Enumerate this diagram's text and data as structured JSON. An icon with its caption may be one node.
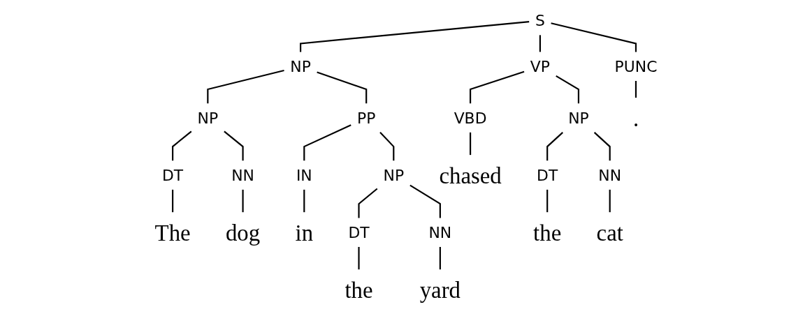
{
  "diagram": {
    "nodes": [
      {
        "text": [
          "S"
        ]
      },
      {
        "text": [
          "NP"
        ]
      },
      {
        "text": [
          "PP"
        ]
      },
      {
        "text": [
          "VP"
        ]
      },
      {
        "text": [
          "PUNC"
        ]
      },
      {
        "text": [
          "NP"
        ]
      },
      {
        "text": [
          "NP"
        ]
      },
      {
        "text": [
          "NP"
        ]
      },
      {
        "text": [
          "DT"
        ]
      },
      {
        "text": [
          "NN"
        ]
      },
      {
        "text": [
          "IN"
        ]
      },
      {
        "text": [
          "DT"
        ]
      },
      {
        "text": [
          "NN"
        ]
      },
      {
        "text": [
          "VBD"
        ]
      },
      {
        "text": [
          "DT"
        ]
      },
      {
        "text": [
          "NN"
        ]
      },
      {
        "text": [
          "The"
        ]
      },
      {
        "text": [
          "dog"
        ]
      },
      {
        "text": [
          "in"
        ]
      },
      {
        "text": [
          "the"
        ]
      },
      {
        "text": [
          "yard"
        ]
      },
      {
        "text": [
          "chased"
        ]
      },
      {
        "text": [
          "the"
        ]
      },
      {
        "text": [
          "cat"
        ]
      },
      {
        "text": [
          "."
        ]
      }
    ],
    "edges": [
      {
        "from": 0,
        "to": 1,
        "arrow": "none"
      },
      {
        "from": 0,
        "to": 3,
        "arrow": "none"
      },
      {
        "from": 0,
        "to": 4,
        "arrow": "none"
      },
      {
        "from": 1,
        "to": 5,
        "arrow": "none"
      },
      {
        "from": 1,
        "to": 2,
        "arrow": "none"
      },
      {
        "from": 5,
        "to": 8,
        "arrow": "none"
      },
      {
        "from": 5,
        "to": 9,
        "arrow": "none"
      },
      {
        "from": 2,
        "to": 10,
        "arrow": "none"
      },
      {
        "from": 2,
        "to": 6,
        "arrow": "none"
      },
      {
        "from": 6,
        "to": 11,
        "arrow": "none"
      },
      {
        "from": 6,
        "to": 12,
        "arrow": "none"
      },
      {
        "from": 3,
        "to": 13,
        "arrow": "none"
      },
      {
        "from": 3,
        "to": 7,
        "arrow": "none"
      },
      {
        "from": 7,
        "to": 14,
        "arrow": "none"
      },
      {
        "from": 7,
        "to": 15,
        "arrow": "none"
      },
      {
        "from": 8,
        "to": 16,
        "arrow": "none"
      },
      {
        "from": 9,
        "to": 17,
        "arrow": "none"
      },
      {
        "from": 10,
        "to": 18,
        "arrow": "none"
      },
      {
        "from": 11,
        "to": 19,
        "arrow": "none"
      },
      {
        "from": 12,
        "to": 20,
        "arrow": "none"
      },
      {
        "from": 13,
        "to": 21,
        "arrow": "none"
      },
      {
        "from": 14,
        "to": 22,
        "arrow": "none"
      },
      {
        "from": 15,
        "to": 23,
        "arrow": "none"
      },
      {
        "from": 4,
        "to": 24,
        "arrow": "none"
      }
    ]
  }
}
